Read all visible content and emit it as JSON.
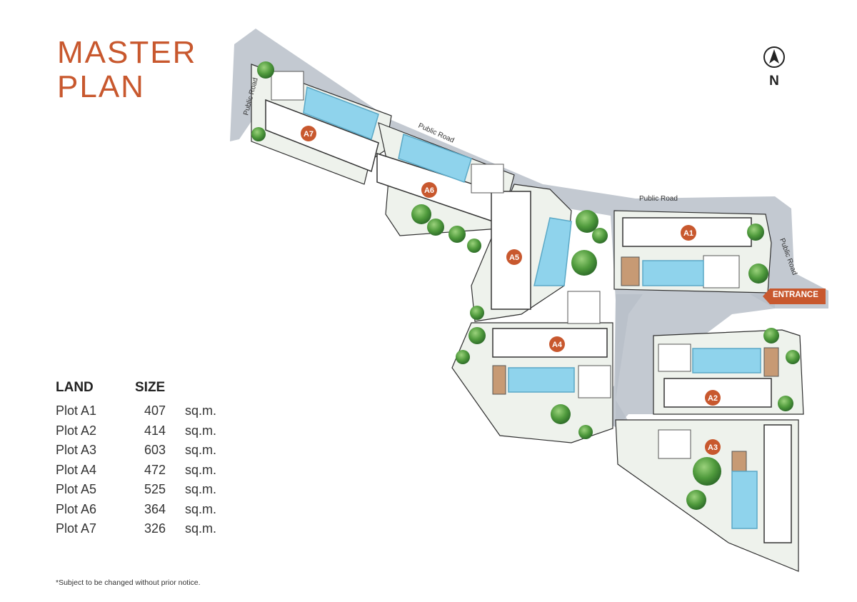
{
  "title": {
    "line1": "MASTER",
    "line2": "PLAN"
  },
  "compass": {
    "label": "N"
  },
  "entrance_label": "ENTRANCE",
  "road_labels": {
    "west": "Public Road",
    "north_a": "Public Road",
    "north_b": "Public Road",
    "east": "Public Road"
  },
  "plots": [
    "A1",
    "A2",
    "A3",
    "A4",
    "A5",
    "A6",
    "A7"
  ],
  "land_table": {
    "header_land": "LAND",
    "header_size": "SIZE",
    "rows": [
      {
        "plot": "Plot A1",
        "size": "407",
        "unit": "sq.m."
      },
      {
        "plot": "Plot A2",
        "size": "414",
        "unit": "sq.m."
      },
      {
        "plot": "Plot A3",
        "size": "603",
        "unit": "sq.m."
      },
      {
        "plot": "Plot A4",
        "size": "472",
        "unit": "sq.m."
      },
      {
        "plot": "Plot A5",
        "size": "525",
        "unit": "sq.m."
      },
      {
        "plot": "Plot A6",
        "size": "364",
        "unit": "sq.m."
      },
      {
        "plot": "Plot A7",
        "size": "326",
        "unit": "sq.m."
      }
    ]
  },
  "disclaimer": "*Subject to be changed without prior notice.",
  "colors": {
    "accent": "#c8582e",
    "road": "#b8c0c9",
    "pool": "#8fd3ec",
    "tree": "#5fa84a",
    "lawn": "#eef2ec"
  }
}
